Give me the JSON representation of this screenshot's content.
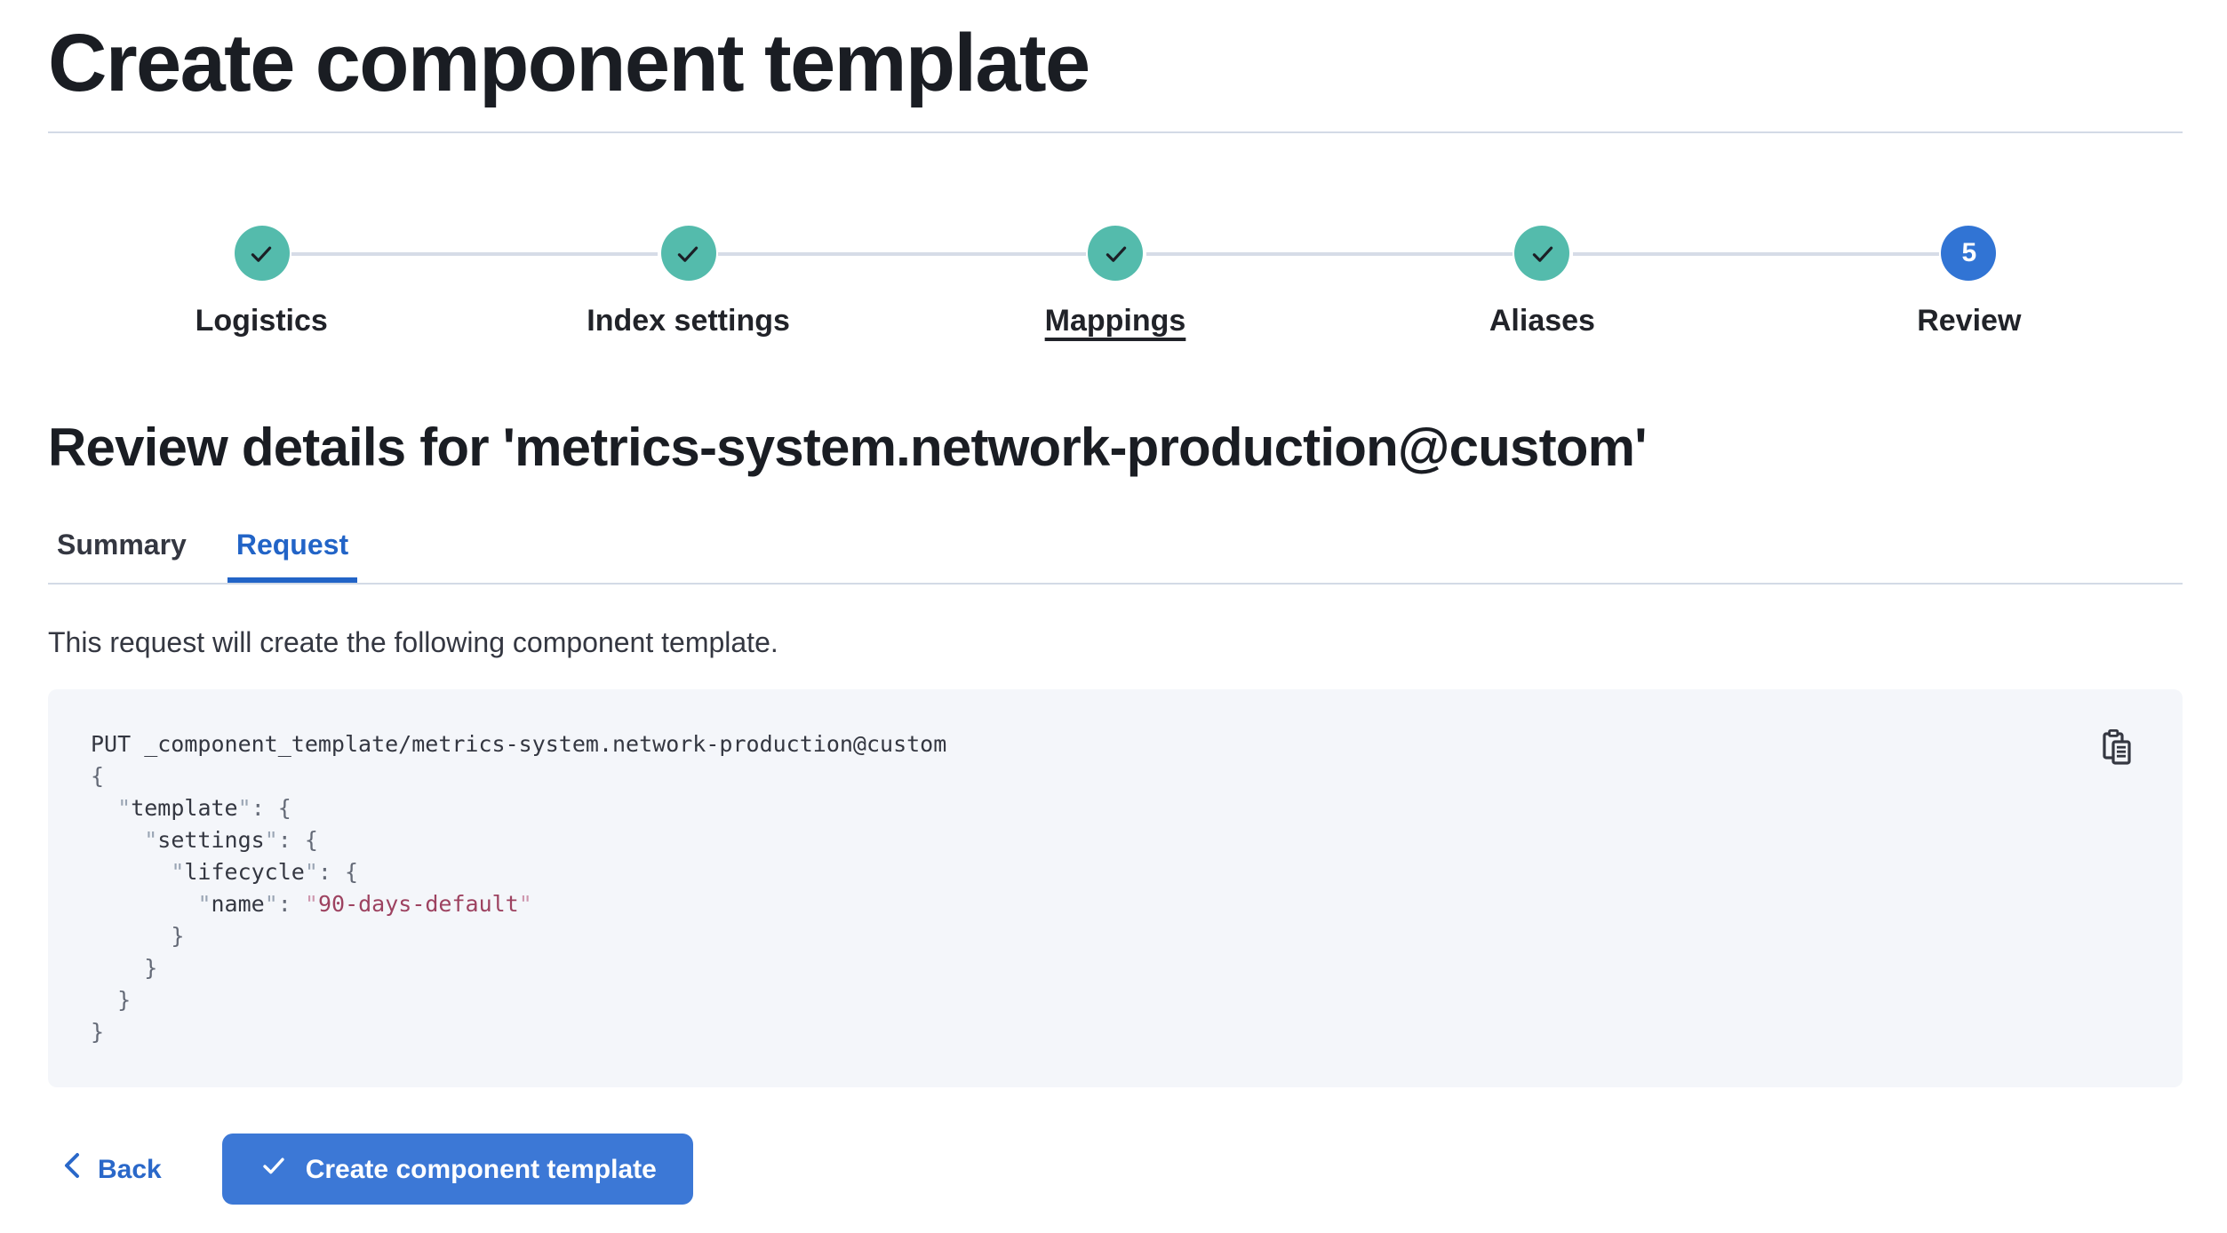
{
  "page": {
    "title": "Create component template"
  },
  "stepper": {
    "steps": [
      {
        "label": "Logistics",
        "status": "complete",
        "underlined": false
      },
      {
        "label": "Index settings",
        "status": "complete",
        "underlined": false
      },
      {
        "label": "Mappings",
        "status": "complete",
        "underlined": true
      },
      {
        "label": "Aliases",
        "status": "complete",
        "underlined": false
      },
      {
        "label": "Review",
        "status": "current",
        "number": "5",
        "underlined": false
      }
    ]
  },
  "review": {
    "heading": "Review details for 'metrics-system.network-production@custom'",
    "tabs": [
      {
        "label": "Summary",
        "active": false
      },
      {
        "label": "Request",
        "active": true
      }
    ],
    "description": "This request will create the following component template."
  },
  "code": {
    "copy_icon": "copy-clipboard-icon",
    "lines": [
      [
        {
          "c": "plain",
          "t": "PUT _component_template/metrics-system.network-production@custom"
        }
      ],
      [
        {
          "c": "brace",
          "t": "{"
        }
      ],
      [
        {
          "c": "plain",
          "t": "  "
        },
        {
          "c": "q",
          "t": "\""
        },
        {
          "c": "key",
          "t": "template"
        },
        {
          "c": "q",
          "t": "\""
        },
        {
          "c": "brace",
          "t": ": {"
        }
      ],
      [
        {
          "c": "plain",
          "t": "    "
        },
        {
          "c": "q",
          "t": "\""
        },
        {
          "c": "key",
          "t": "settings"
        },
        {
          "c": "q",
          "t": "\""
        },
        {
          "c": "brace",
          "t": ": {"
        }
      ],
      [
        {
          "c": "plain",
          "t": "      "
        },
        {
          "c": "q",
          "t": "\""
        },
        {
          "c": "key",
          "t": "lifecycle"
        },
        {
          "c": "q",
          "t": "\""
        },
        {
          "c": "brace",
          "t": ": {"
        }
      ],
      [
        {
          "c": "plain",
          "t": "        "
        },
        {
          "c": "q",
          "t": "\""
        },
        {
          "c": "key",
          "t": "name"
        },
        {
          "c": "q",
          "t": "\""
        },
        {
          "c": "brace",
          "t": ": "
        },
        {
          "c": "vq",
          "t": "\""
        },
        {
          "c": "val",
          "t": "90-days-default"
        },
        {
          "c": "vq",
          "t": "\""
        }
      ],
      [
        {
          "c": "plain",
          "t": "      "
        },
        {
          "c": "brace",
          "t": "}"
        }
      ],
      [
        {
          "c": "plain",
          "t": "    "
        },
        {
          "c": "brace",
          "t": "}"
        }
      ],
      [
        {
          "c": "plain",
          "t": "  "
        },
        {
          "c": "brace",
          "t": "}"
        }
      ],
      [
        {
          "c": "brace",
          "t": "}"
        }
      ]
    ]
  },
  "footer": {
    "back_label": "Back",
    "submit_label": "Create component template"
  },
  "colors": {
    "accent_blue": "#2264c7",
    "button_blue": "#3c78d6",
    "current_step_blue": "#3174d4",
    "complete_teal": "#54bbac",
    "rule_gray": "#d3dae6",
    "code_panel_bg": "#f4f6fa",
    "text_dark": "#343741",
    "heading_dark": "#1a1d23",
    "string_value_rose": "#9d4260"
  }
}
